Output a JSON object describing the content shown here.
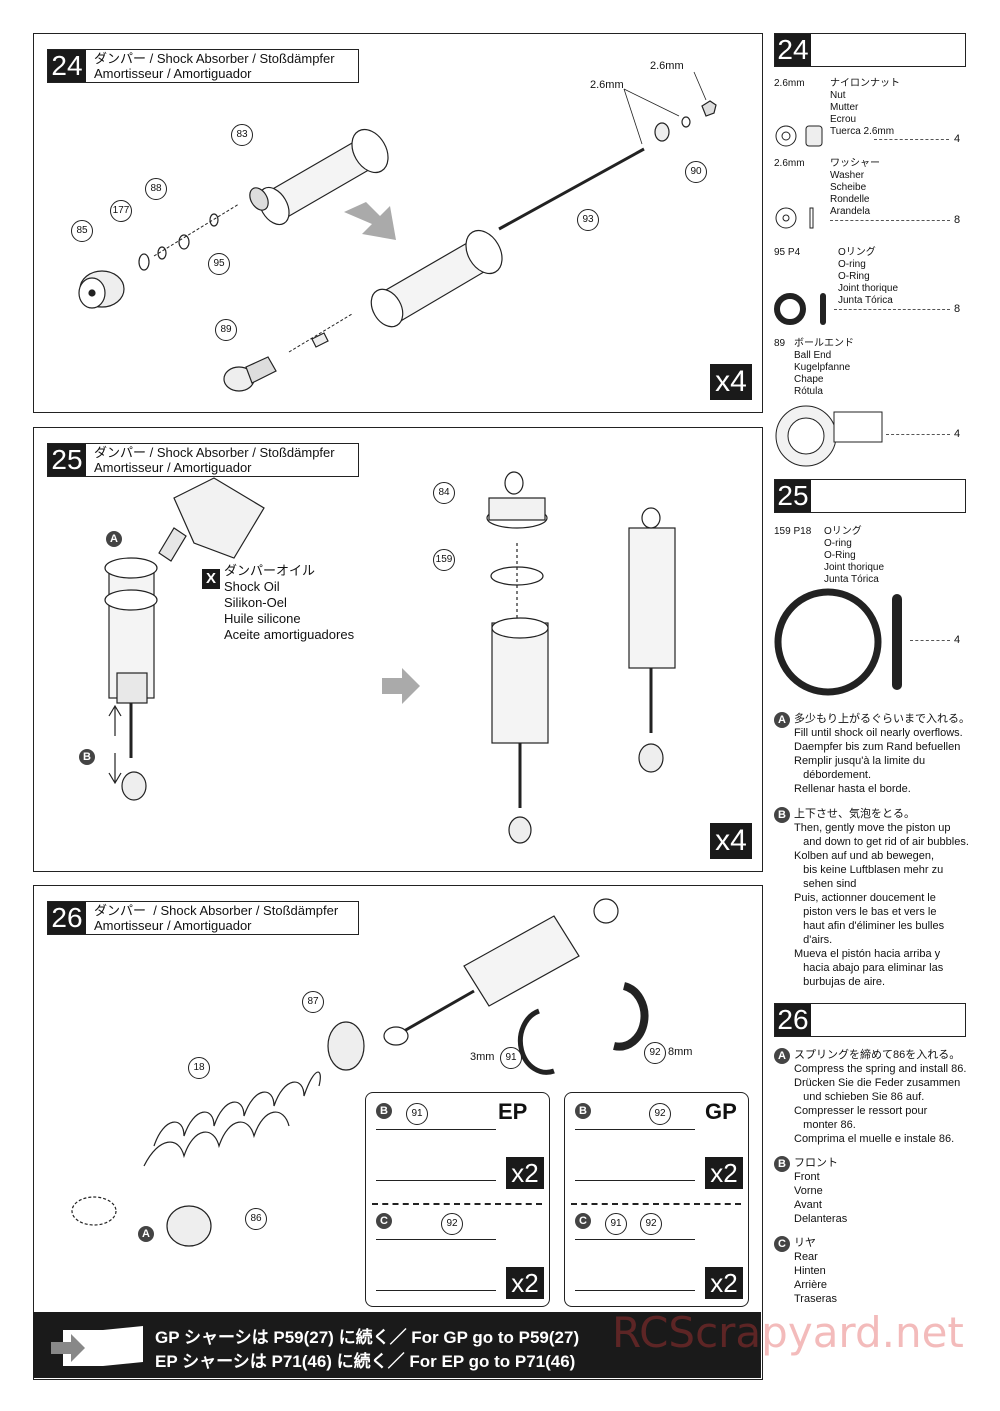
{
  "steps": [
    {
      "number": "24",
      "title_line1": "ダンパー / Shock Absorber / Stoßdämpfer",
      "title_line2": "Amortisseur / Amortiguador",
      "multiplier": "x4",
      "callouts": [
        "83",
        "177",
        "88",
        "85",
        "95",
        "89",
        "93",
        "90"
      ],
      "dims": [
        "2.6mm",
        "2.6mm"
      ]
    },
    {
      "number": "25",
      "title_line1": "ダンパー / Shock Absorber / Stoßdämpfer",
      "title_line2": "Amortisseur / Amortiguador",
      "multiplier": "x4",
      "callouts": [
        "84",
        "159"
      ],
      "letters": [
        "A",
        "B"
      ],
      "oil": {
        "marker": "X",
        "lines": [
          "ダンパーオイル",
          "Shock Oil",
          "Silikon-Oel",
          "Huile silicone",
          "Aceite amortiguadores"
        ]
      }
    },
    {
      "number": "26",
      "title_line1": "ダンパー  / Shock Absorber / Stoßdämpfer",
      "title_line2": "Amortisseur / Amortiguador",
      "callouts": [
        "87",
        "18",
        "86",
        "91",
        "92"
      ],
      "letters": [
        "A"
      ],
      "spacer_labels": {
        "left": "3mm",
        "right": "8mm"
      },
      "ep_box": {
        "label": "EP",
        "rows": [
          {
            "letter": "B",
            "parts": [
              "91"
            ],
            "mult": "x2"
          },
          {
            "letter": "C",
            "parts": [
              "92"
            ],
            "mult": "x2"
          }
        ]
      },
      "gp_box": {
        "label": "GP",
        "rows": [
          {
            "letter": "B",
            "parts": [
              "92"
            ],
            "mult": "x2"
          },
          {
            "letter": "C",
            "parts": [
              "91",
              "92"
            ],
            "mult": "x2"
          }
        ]
      }
    }
  ],
  "sidebar": {
    "s24": {
      "number": "24",
      "parts": [
        {
          "size": "2.6mm",
          "names": [
            "ナイロンナット",
            "Nut",
            "Mutter",
            "Ecrou",
            "Tuerca 2.6mm"
          ],
          "qty": "4"
        },
        {
          "size": "2.6mm",
          "names": [
            "ワッシャー",
            "Washer",
            "Scheibe",
            "Rondelle",
            "Arandela"
          ],
          "qty": "8"
        },
        {
          "size": "95  P4",
          "names": [
            "Oリング",
            "O-ring",
            "O-Ring",
            "Joint thorique",
            "Junta Tórica"
          ],
          "qty": "8"
        },
        {
          "size": "89",
          "names": [
            "ボールエンド",
            "Ball End",
            "Kugelpfanne",
            "Chape",
            "Rótula"
          ],
          "qty": "4"
        }
      ]
    },
    "s25": {
      "number": "25",
      "parts": [
        {
          "size": "159  P18",
          "names": [
            "Oリング",
            "O-ring",
            "O-Ring",
            "Joint thorique",
            "Junta Tórica"
          ],
          "qty": "4"
        }
      ],
      "notes": [
        {
          "letter": "A",
          "text": "多少もり上がるぐらいまで入れる。\nFill until shock oil nearly overflows.\nDaempfer bis zum Rand befuellen\nRemplir jusqu'à la limite du\n   débordement.\nRellenar hasta el borde."
        },
        {
          "letter": "B",
          "text": "上下させ、気泡をとる。\nThen, gently move the piston up\n   and down to get rid of air bubbles.\nKolben auf und ab bewegen,\n   bis keine Luftblasen mehr zu\n   sehen sind\nPuis, actionner doucement le\n   piston vers le bas et vers le\n   haut afin d'éliminer les bulles\n   d'airs.\nMueva el pistón hacia arriba y\n   hacia abajo para eliminar las\n   burbujas de aire."
        }
      ]
    },
    "s26": {
      "number": "26",
      "notes": [
        {
          "letter": "A",
          "text": "スプリングを締めて86を入れる。\nCompress the spring and install 86.\nDrücken Sie die Feder zusammen\n   und schieben Sie 86 auf.\nCompresser le ressort pour\n   monter 86.\nComprima el muelle e instale 86."
        },
        {
          "letter": "B",
          "text": "フロント\nFront\nVorne\nAvant\nDelanteras"
        },
        {
          "letter": "C",
          "text": "リヤ\nRear\nHinten\nArrière\nTraseras"
        }
      ]
    }
  },
  "footer": {
    "line1": "GP シャーシは P59(27) に続く／ For GP go to P59(27)",
    "line2": "EP シャーシは P71(46) に続く／ For EP go to P71(46)"
  },
  "watermark": "RCScrapyard.net"
}
